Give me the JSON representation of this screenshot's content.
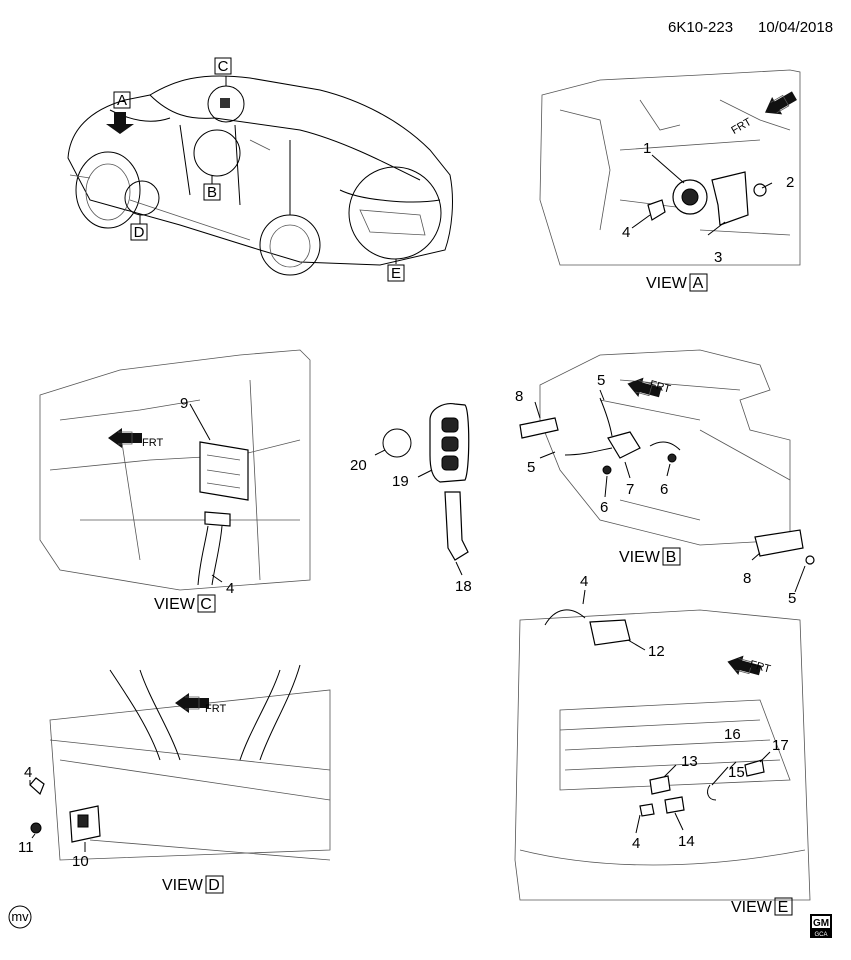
{
  "header": {
    "code": "6K10-223",
    "date": "10/04/2018"
  },
  "views": {
    "a": {
      "prefix": "VIEW",
      "letter": "A"
    },
    "b": {
      "prefix": "VIEW",
      "letter": "B"
    },
    "c": {
      "prefix": "VIEW",
      "letter": "C"
    },
    "d": {
      "prefix": "VIEW",
      "letter": "D"
    },
    "e": {
      "prefix": "VIEW",
      "letter": "E"
    }
  },
  "callouts": {
    "a": "A",
    "b": "B",
    "c": "C",
    "d": "D",
    "e": "E"
  },
  "frt": "FRT",
  "parts": [
    "1",
    "2",
    "3",
    "4",
    "5",
    "6",
    "7",
    "8",
    "9",
    "10",
    "11",
    "12",
    "13",
    "14",
    "15",
    "16",
    "17",
    "18",
    "19",
    "20"
  ],
  "footer": {
    "left_logo": "mv",
    "right_logo_top": "GM",
    "right_logo_bottom": "GCA"
  },
  "icons": {
    "arrow": "front-direction-arrow-icon",
    "vehicle": "sedan-outline-icon"
  }
}
